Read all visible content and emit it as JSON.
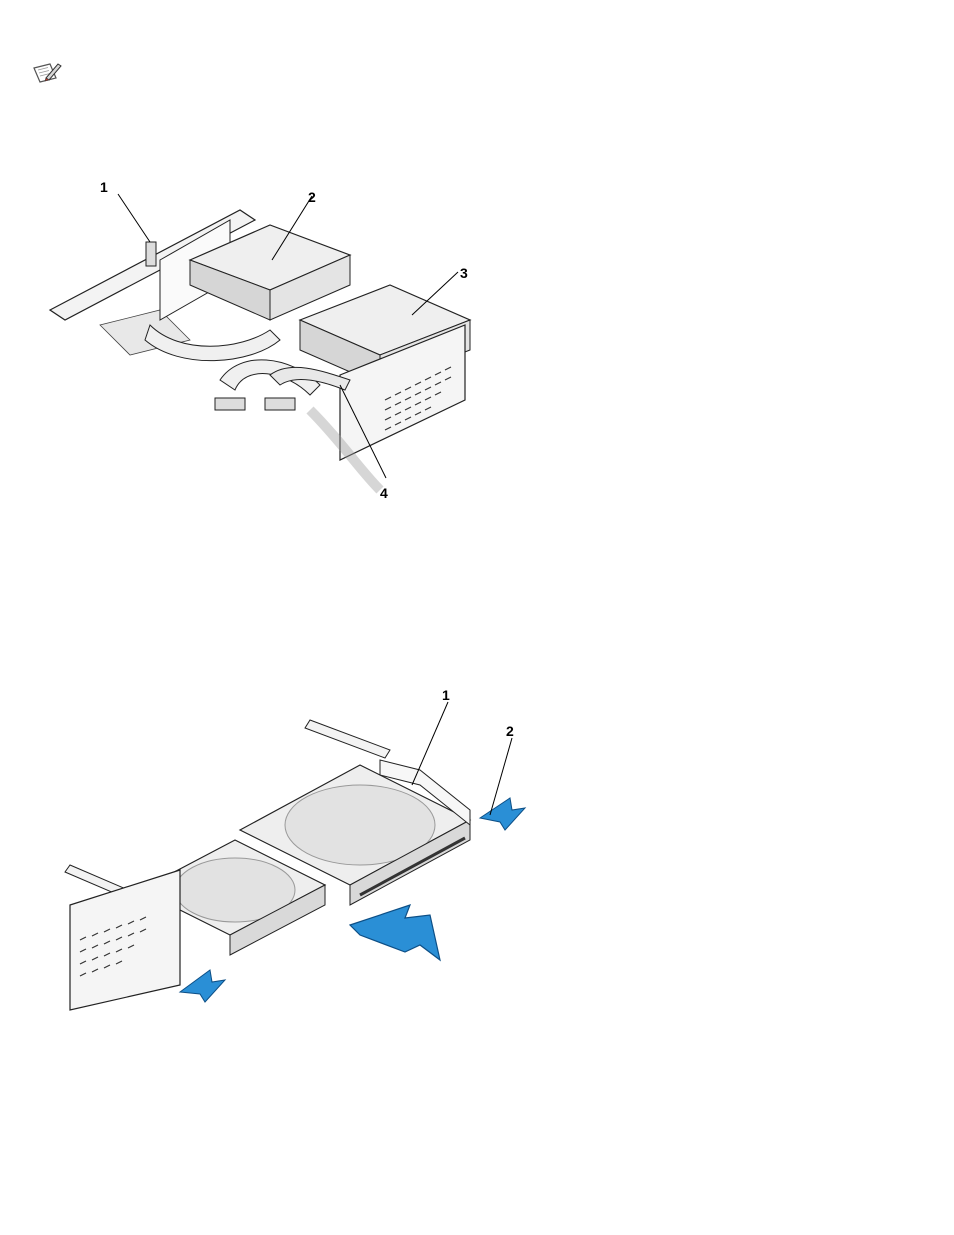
{
  "page": {
    "background": "#ffffff"
  },
  "note_icon": {
    "icon": "note-pencil-icon"
  },
  "figure1": {
    "callouts": [
      "1",
      "2",
      "3",
      "4"
    ]
  },
  "figure2": {
    "callouts": [
      "1",
      "2"
    ],
    "arrow_color": "#1e88d0"
  }
}
